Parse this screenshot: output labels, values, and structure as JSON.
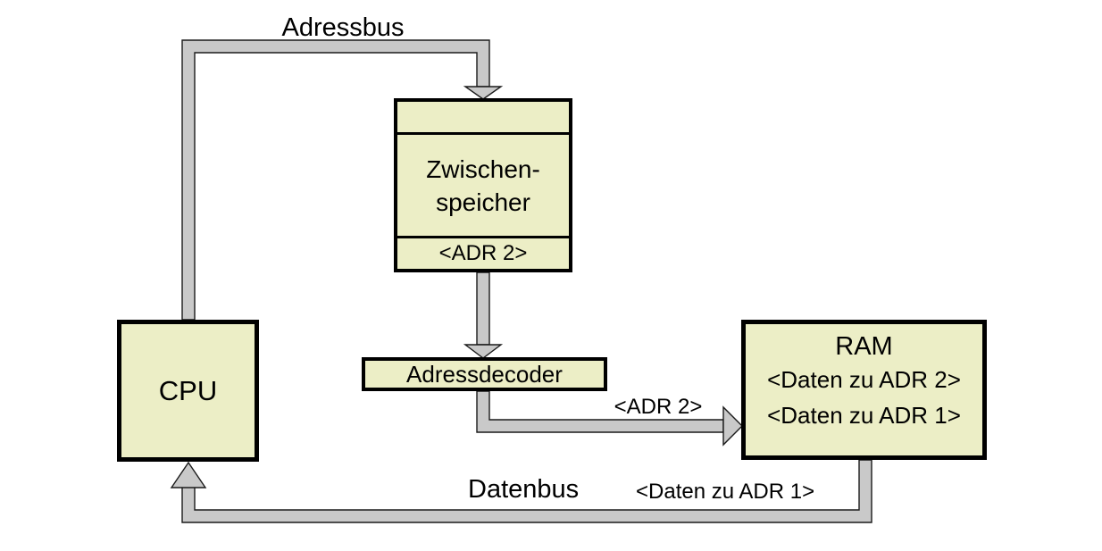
{
  "colors": {
    "box_fill": "#eceec6",
    "bus_fill": "#c9c9c9",
    "bus_outline": "#1a1a1a",
    "box_border": "#000000",
    "background": "#ffffff",
    "text": "#000000"
  },
  "bus_labels": {
    "adressbus": "Adressbus",
    "datenbus": "Datenbus",
    "adr2_on_bus": "<ADR 2>",
    "daten_zu_adr1_on_bus": "<Daten zu ADR 1>"
  },
  "nodes": {
    "cpu": {
      "label": "CPU"
    },
    "zwischenspeicher": {
      "line1": "Zwischen-",
      "line2": "speicher",
      "value": "<ADR 2>"
    },
    "adressdecoder": {
      "label": "Adressdecoder"
    },
    "ram": {
      "title": "RAM",
      "entries": [
        "<Daten zu ADR 2>",
        "<Daten zu ADR 1>"
      ]
    }
  }
}
